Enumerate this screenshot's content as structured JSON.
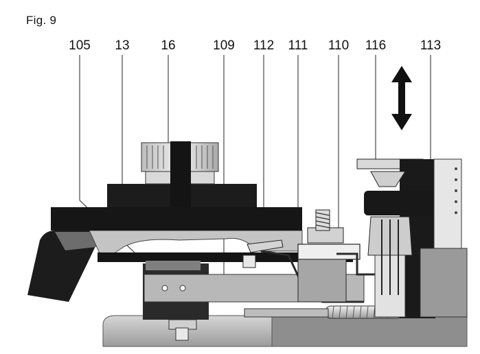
{
  "figure": {
    "caption": "Fig. 9",
    "reference_labels": [
      "105",
      "13",
      "16",
      "109",
      "112",
      "111",
      "110",
      "116",
      "113"
    ]
  },
  "colors": {
    "ink": "#111111",
    "dark_part": "#1c1c1c",
    "mid_gray": "#8a8a8a",
    "light_gray": "#c8c8c8",
    "pale_gray": "#e0e0e0"
  }
}
